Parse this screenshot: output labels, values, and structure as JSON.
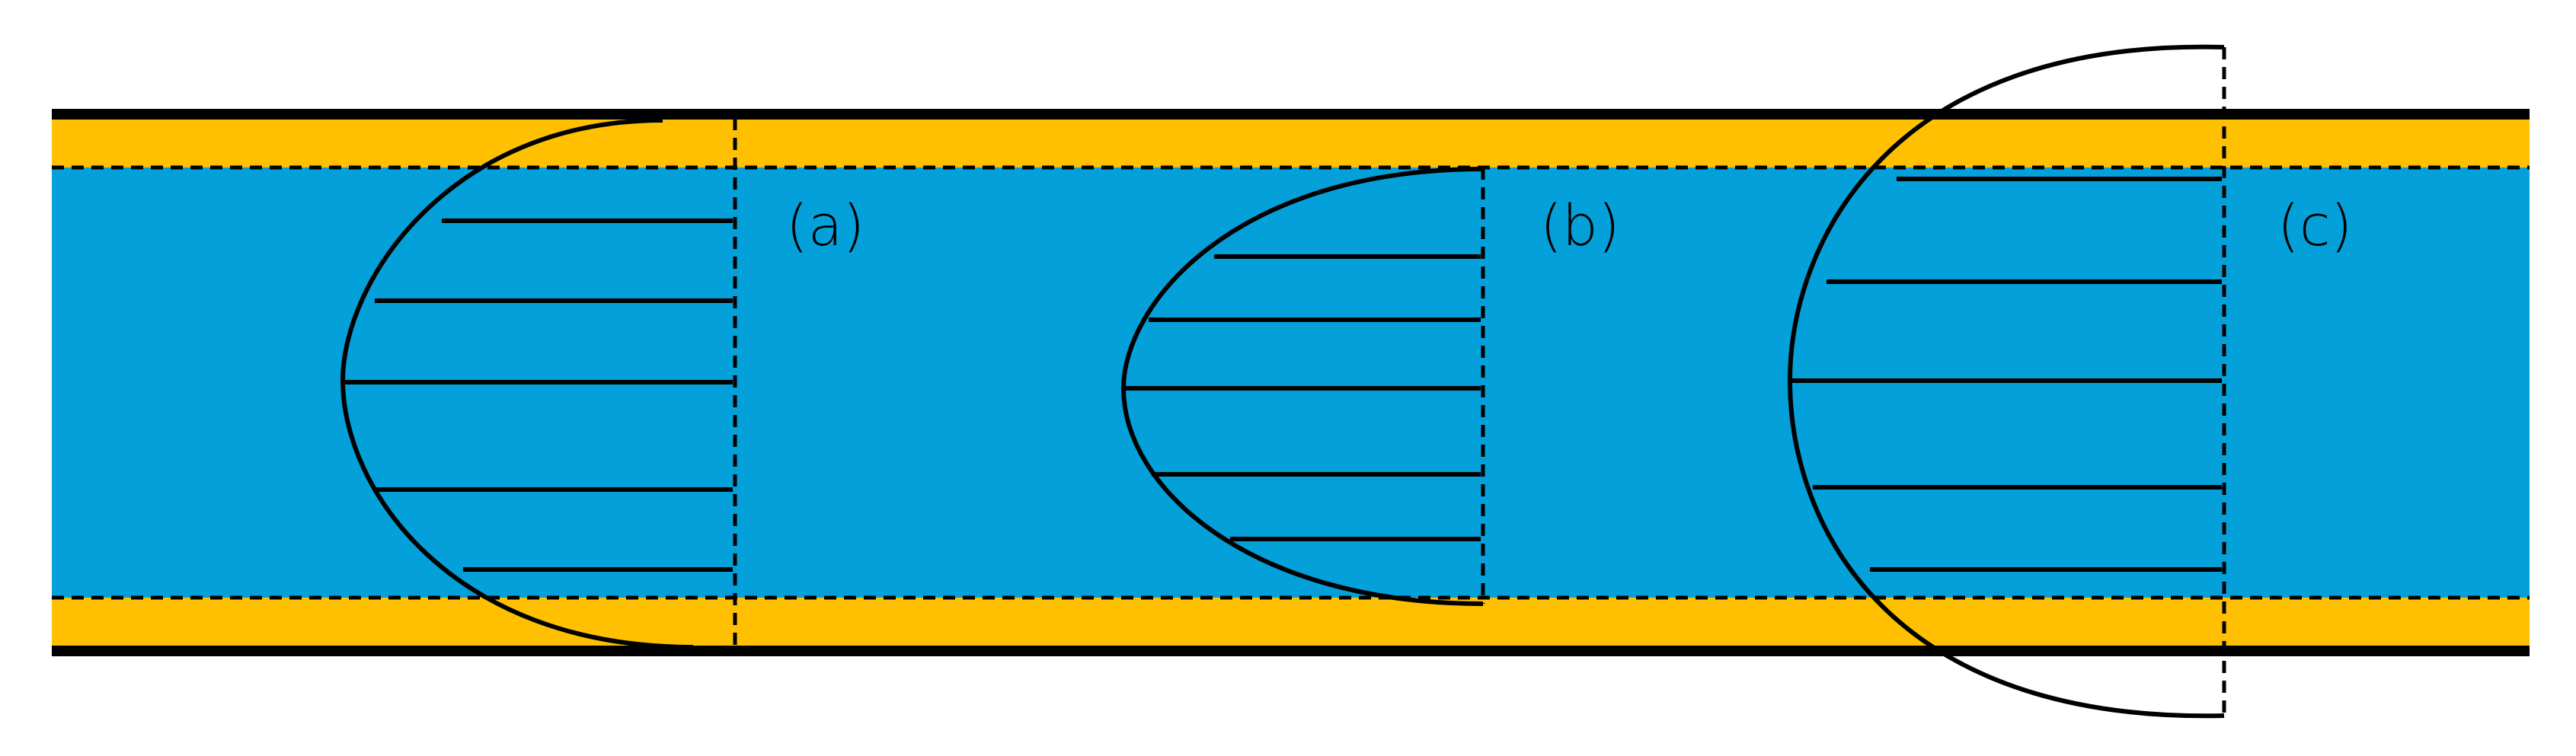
{
  "colors": {
    "channel_core": "#03A0DA",
    "wall_layer": "#FFC001",
    "outline": "#000000",
    "background": "#FFFFFF"
  },
  "labels": {
    "a": "(a)",
    "b": "(b)",
    "c": "(c)"
  }
}
